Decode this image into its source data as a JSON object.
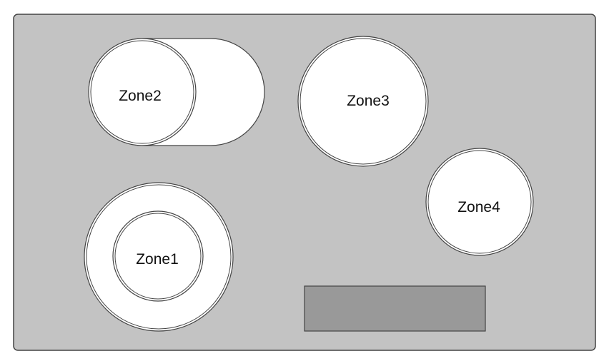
{
  "colors": {
    "panel_fill": "#c3c3c3",
    "panel_stroke": "#444444",
    "zone_fill": "#ffffff",
    "zone_stroke": "#444444",
    "control_panel_fill": "#999999",
    "label_color": "#111111",
    "page_background": "#ffffff"
  },
  "zones": [
    {
      "id": "zone1",
      "label": "Zone1",
      "type": "dual-concentric"
    },
    {
      "id": "zone2",
      "label": "Zone2",
      "type": "bridge-oval"
    },
    {
      "id": "zone3",
      "label": "Zone3",
      "type": "single"
    },
    {
      "id": "zone4",
      "label": "Zone4",
      "type": "single"
    }
  ]
}
